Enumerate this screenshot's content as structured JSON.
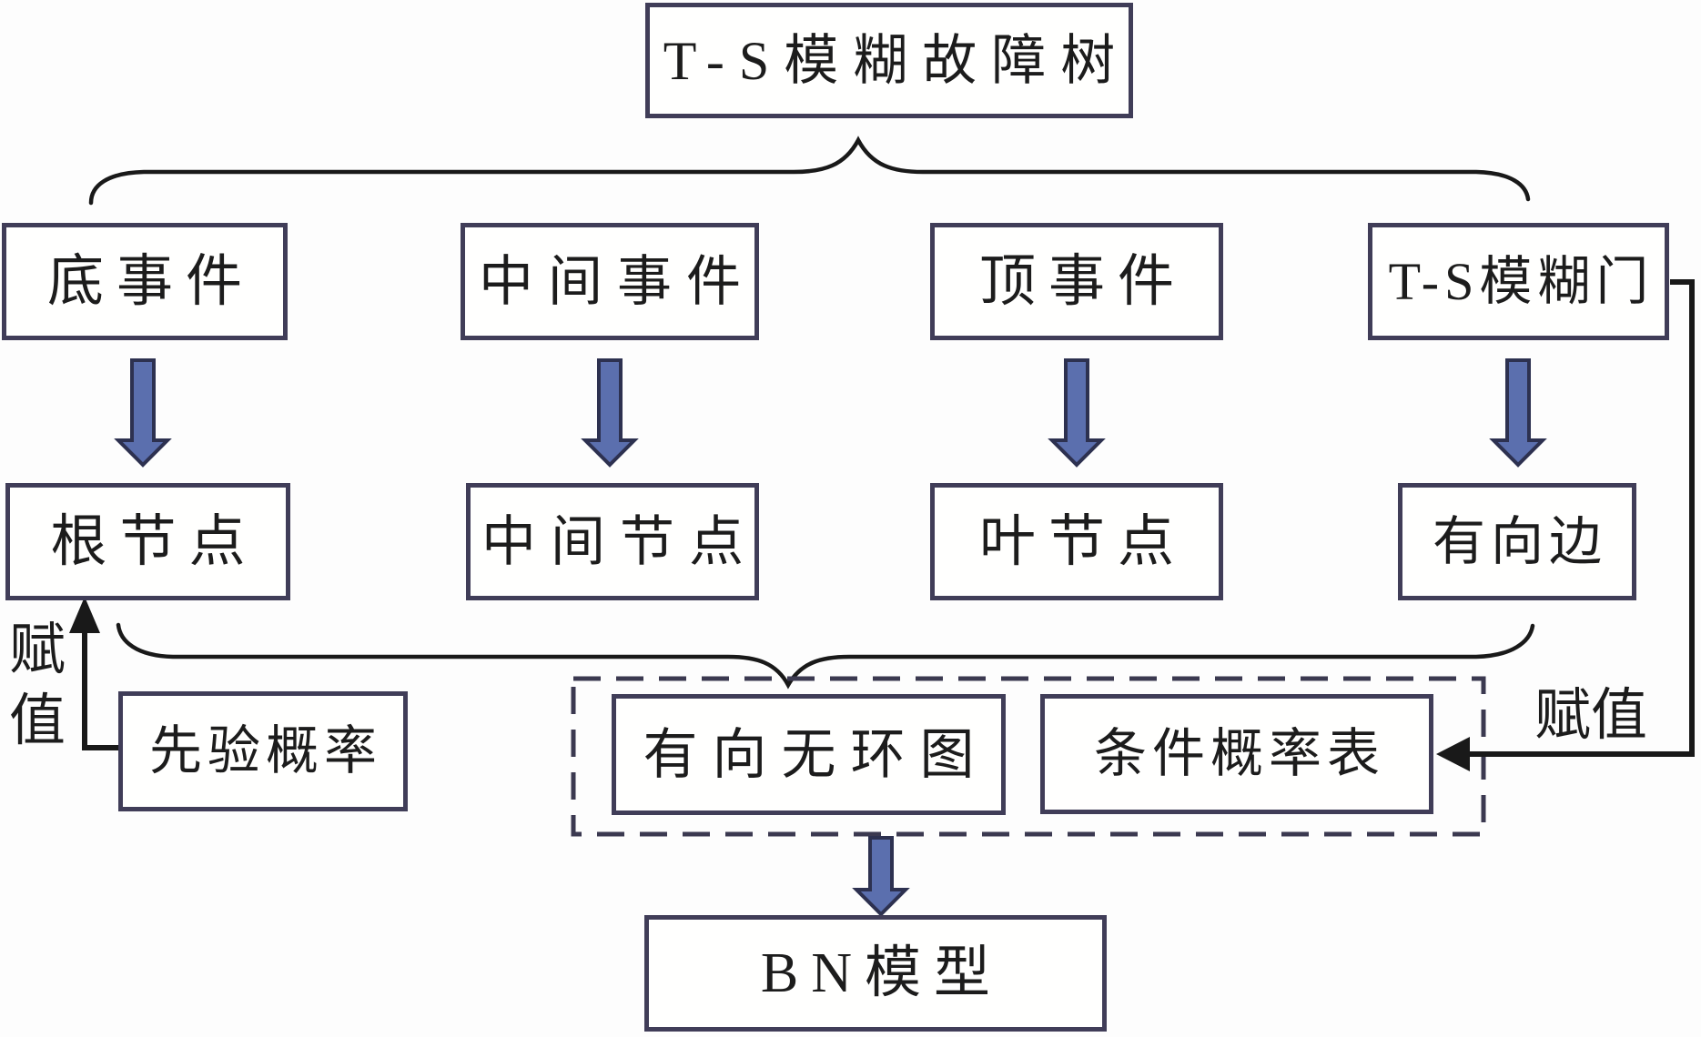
{
  "diagram": {
    "title_box": {
      "label": "T-S模糊故障树"
    },
    "columns": [
      {
        "source": "底事件",
        "target": "根节点"
      },
      {
        "source": "中间事件",
        "target": "中间节点"
      },
      {
        "source": "顶事件",
        "target": "叶节点"
      },
      {
        "source": "T-S模糊门",
        "target": "有向边"
      }
    ],
    "prior_probability": {
      "label": "先验概率",
      "assign_label": "赋值"
    },
    "cpt_assignment": {
      "assign_label": "赋值"
    },
    "bn_group": {
      "dag_label": "有向无环图",
      "cpt_label": "条件概率表"
    },
    "bn_model": {
      "label": "BN模型"
    },
    "colors": {
      "box_border": "#403d58",
      "arrow_fill": "#5b6fae",
      "arrow_stroke": "#2d3150",
      "line": "#191919",
      "text": "#1c1c1c"
    }
  }
}
